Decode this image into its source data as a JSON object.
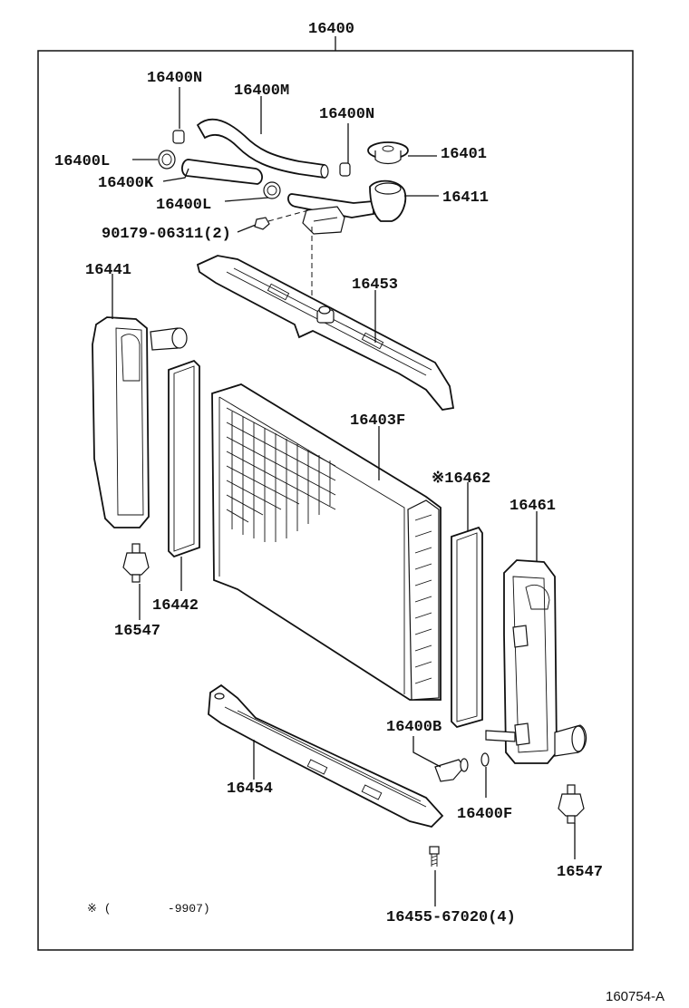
{
  "labels": {
    "assembly": "16400",
    "clip_n_upper": "16400N",
    "hose_m": "16400M",
    "clip_n_right": "16400N",
    "cap": "16401",
    "clip_l_upper": "16400L",
    "hose_k": "16400K",
    "clip_l_lower": "16400L",
    "inlet": "16411",
    "nut": "90179-06311(2)",
    "tank_left": "16441",
    "support_upper": "16453",
    "core": "16403F",
    "gasket_right": "※16462",
    "tank_right": "16461",
    "gasket_left": "16442",
    "cushion_left": "16547",
    "drain_cock": "16400B",
    "support_lower": "16454",
    "o_ring": "16400F",
    "cushion_right": "16547",
    "bolt": "16455-67020(4)"
  },
  "footnote": "※ (        -9907)",
  "diagram_code": "160754-A"
}
